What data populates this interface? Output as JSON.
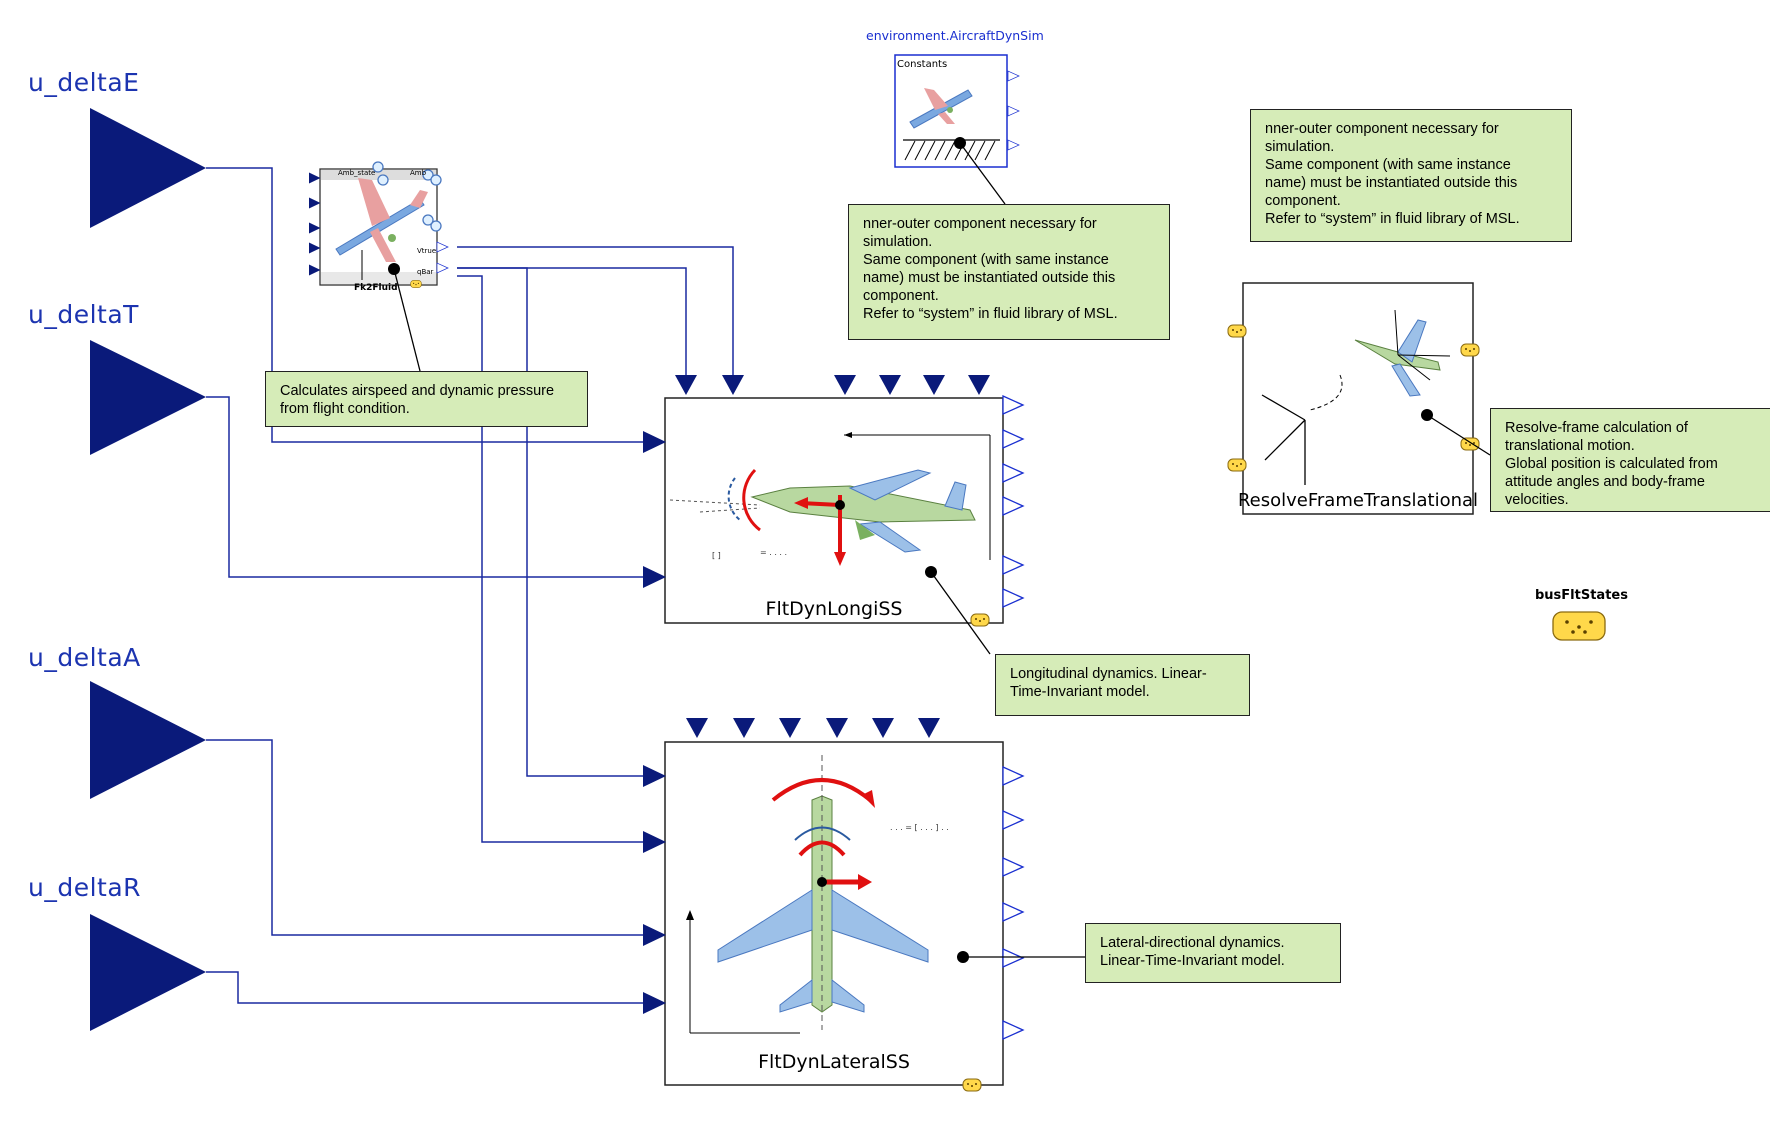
{
  "inputs": [
    {
      "label": "u_deltaE"
    },
    {
      "label": "u_deltaT"
    },
    {
      "label": "u_deltaA"
    },
    {
      "label": "u_deltaR"
    }
  ],
  "blocks": {
    "longi": {
      "label": "FltDynLongiSS"
    },
    "lateral": {
      "label": "FltDynLateralSS"
    },
    "resolve": {
      "label": "ResolveFrameTranslational"
    },
    "fk2fluid": {
      "label": "Fk2Fluid",
      "port_labels": [
        "Amb_state",
        "Amb",
        "Vtrue",
        "qBar"
      ]
    },
    "environment": {
      "title": "environment.AircraftDynSim",
      "label": "Constants"
    },
    "bus": {
      "label": "busFltStates"
    }
  },
  "notes": {
    "airspeed": "Calculates airspeed and dynamic pressure\nfrom flight condition.",
    "inner_outer_1": "nner-outer component necessary for\nsimulation.\nSame component (with same instance\nname) must be instantiated outside this\ncomponent.\nRefer to “system” in fluid library of MSL.",
    "inner_outer_2": "nner-outer component necessary for\nsimulation.\nSame component (with same instance\nname) must be instantiated outside this\ncomponent.\nRefer to “system” in fluid library of MSL.",
    "resolve": "Resolve-frame calculation of\ntranslational motion.\nGlobal position is calculated from\nattitude angles and body-frame\nvelocities.",
    "longi": "Longitudinal dynamics. Linear-\nTime-Invariant model.",
    "lateral": "Lateral-directional dynamics.\nLinear-Time-Invariant model."
  },
  "colors": {
    "port_navy": "#0a1a7a",
    "wire": "#1a2aa0",
    "note_fill": "#d6ecb8",
    "plane_green": "#b8d8a0",
    "plane_blue": "#9cc0e8",
    "plane_pink": "#e8a0a0",
    "arrow_red": "#e01010",
    "bus_yellow": "#ffd84a"
  }
}
